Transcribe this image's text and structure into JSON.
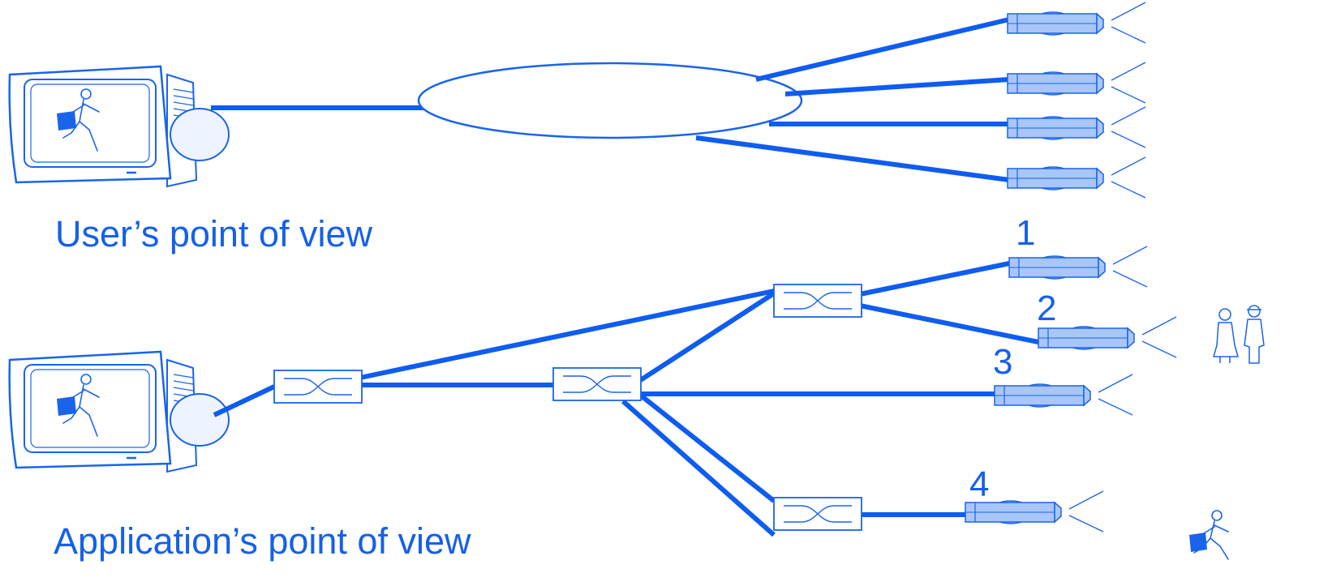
{
  "captions": {
    "user_view": "User’s point of view",
    "app_view": "Application’s point of view"
  },
  "camera_numbers": [
    "1",
    "2",
    "3",
    "4"
  ],
  "colors": {
    "line": "#0e5cf0",
    "outline": "#1a64ea",
    "camera_fill": "#a9c6f8",
    "text": "#1660e8"
  },
  "icons": {
    "monitor": "monitor-icon",
    "camera": "camera-icon",
    "switch": "switch-icon",
    "people": "people-icon",
    "runner": "runner-icon"
  }
}
